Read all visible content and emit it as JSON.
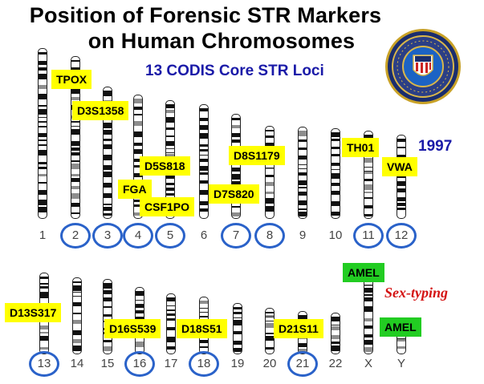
{
  "title": {
    "line1": "Position of Forensic STR Markers",
    "line2": "on Human Chromosomes"
  },
  "subtitle": "13 CODIS Core STR Loci",
  "year": "1997",
  "sex_typing_label": "Sex-typing",
  "seal_icon": "fbi-seal-icon",
  "colors": {
    "core_marker": "#ffff00",
    "sex_marker": "#22cc22",
    "circle": "#2a62c9",
    "subtitle": "#1a1aa8",
    "sex_typing": "#d41414"
  },
  "chromosomes": [
    {
      "label": "1",
      "core": false
    },
    {
      "label": "2",
      "core": true
    },
    {
      "label": "3",
      "core": true
    },
    {
      "label": "4",
      "core": true
    },
    {
      "label": "5",
      "core": true
    },
    {
      "label": "6",
      "core": false
    },
    {
      "label": "7",
      "core": true
    },
    {
      "label": "8",
      "core": true
    },
    {
      "label": "9",
      "core": false
    },
    {
      "label": "10",
      "core": false
    },
    {
      "label": "11",
      "core": true
    },
    {
      "label": "12",
      "core": true
    },
    {
      "label": "13",
      "core": true
    },
    {
      "label": "14",
      "core": false
    },
    {
      "label": "15",
      "core": false
    },
    {
      "label": "16",
      "core": true
    },
    {
      "label": "17",
      "core": false
    },
    {
      "label": "18",
      "core": true
    },
    {
      "label": "19",
      "core": false
    },
    {
      "label": "20",
      "core": false
    },
    {
      "label": "21",
      "core": true
    },
    {
      "label": "22",
      "core": false
    },
    {
      "label": "X",
      "core": false
    },
    {
      "label": "Y",
      "core": false
    }
  ],
  "markers": [
    {
      "name": "TPOX",
      "chromosome": "2",
      "type": "core"
    },
    {
      "name": "D3S1358",
      "chromosome": "3",
      "type": "core"
    },
    {
      "name": "FGA",
      "chromosome": "4",
      "type": "core"
    },
    {
      "name": "D5S818",
      "chromosome": "5",
      "type": "core"
    },
    {
      "name": "CSF1PO",
      "chromosome": "5",
      "type": "core"
    },
    {
      "name": "D7S820",
      "chromosome": "7",
      "type": "core"
    },
    {
      "name": "D8S1179",
      "chromosome": "8",
      "type": "core"
    },
    {
      "name": "TH01",
      "chromosome": "11",
      "type": "core"
    },
    {
      "name": "VWA",
      "chromosome": "12",
      "type": "core"
    },
    {
      "name": "D13S317",
      "chromosome": "13",
      "type": "core"
    },
    {
      "name": "D16S539",
      "chromosome": "16",
      "type": "core"
    },
    {
      "name": "D18S51",
      "chromosome": "18",
      "type": "core"
    },
    {
      "name": "D21S11",
      "chromosome": "21",
      "type": "core"
    },
    {
      "name": "AMEL",
      "chromosome": "X",
      "type": "sex"
    },
    {
      "name": "AMEL",
      "chromosome": "Y",
      "type": "sex"
    }
  ]
}
